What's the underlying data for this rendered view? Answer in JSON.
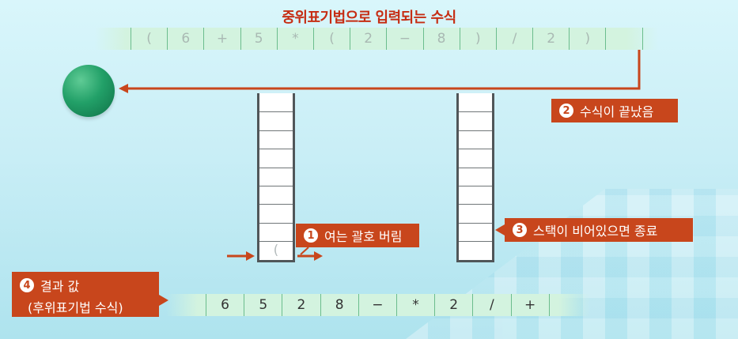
{
  "title": "중위표기법으로 입력되는 수식",
  "infix_tokens": [
    "(",
    "6",
    "+",
    "5",
    "*",
    "(",
    "2",
    "−",
    "8",
    ")",
    "/",
    "2",
    ")",
    ""
  ],
  "stack_left": {
    "slots": [
      "",
      "",
      "",
      "",
      "",
      "",
      "",
      "",
      "("
    ]
  },
  "stack_right": {
    "slots": [
      "",
      "",
      "",
      "",
      "",
      "",
      "",
      "",
      ""
    ]
  },
  "callouts": {
    "c1": {
      "num": "1",
      "text": "여는 괄호 버림"
    },
    "c2": {
      "num": "2",
      "text": "수식이 끝났음"
    },
    "c3": {
      "num": "3",
      "text": "스택이 비어있으면 종료"
    },
    "c4": {
      "num": "4",
      "line1": "결과 값",
      "line2": "(후위표기법 수식)"
    }
  },
  "postfix_tokens": [
    "6",
    "5",
    "2",
    "8",
    "−",
    "*",
    "2",
    "/",
    "+"
  ],
  "colors": {
    "accent": "#c8461c",
    "title": "#c62d13",
    "cell_border": "#6bbd8d",
    "ball": "#22a068"
  }
}
